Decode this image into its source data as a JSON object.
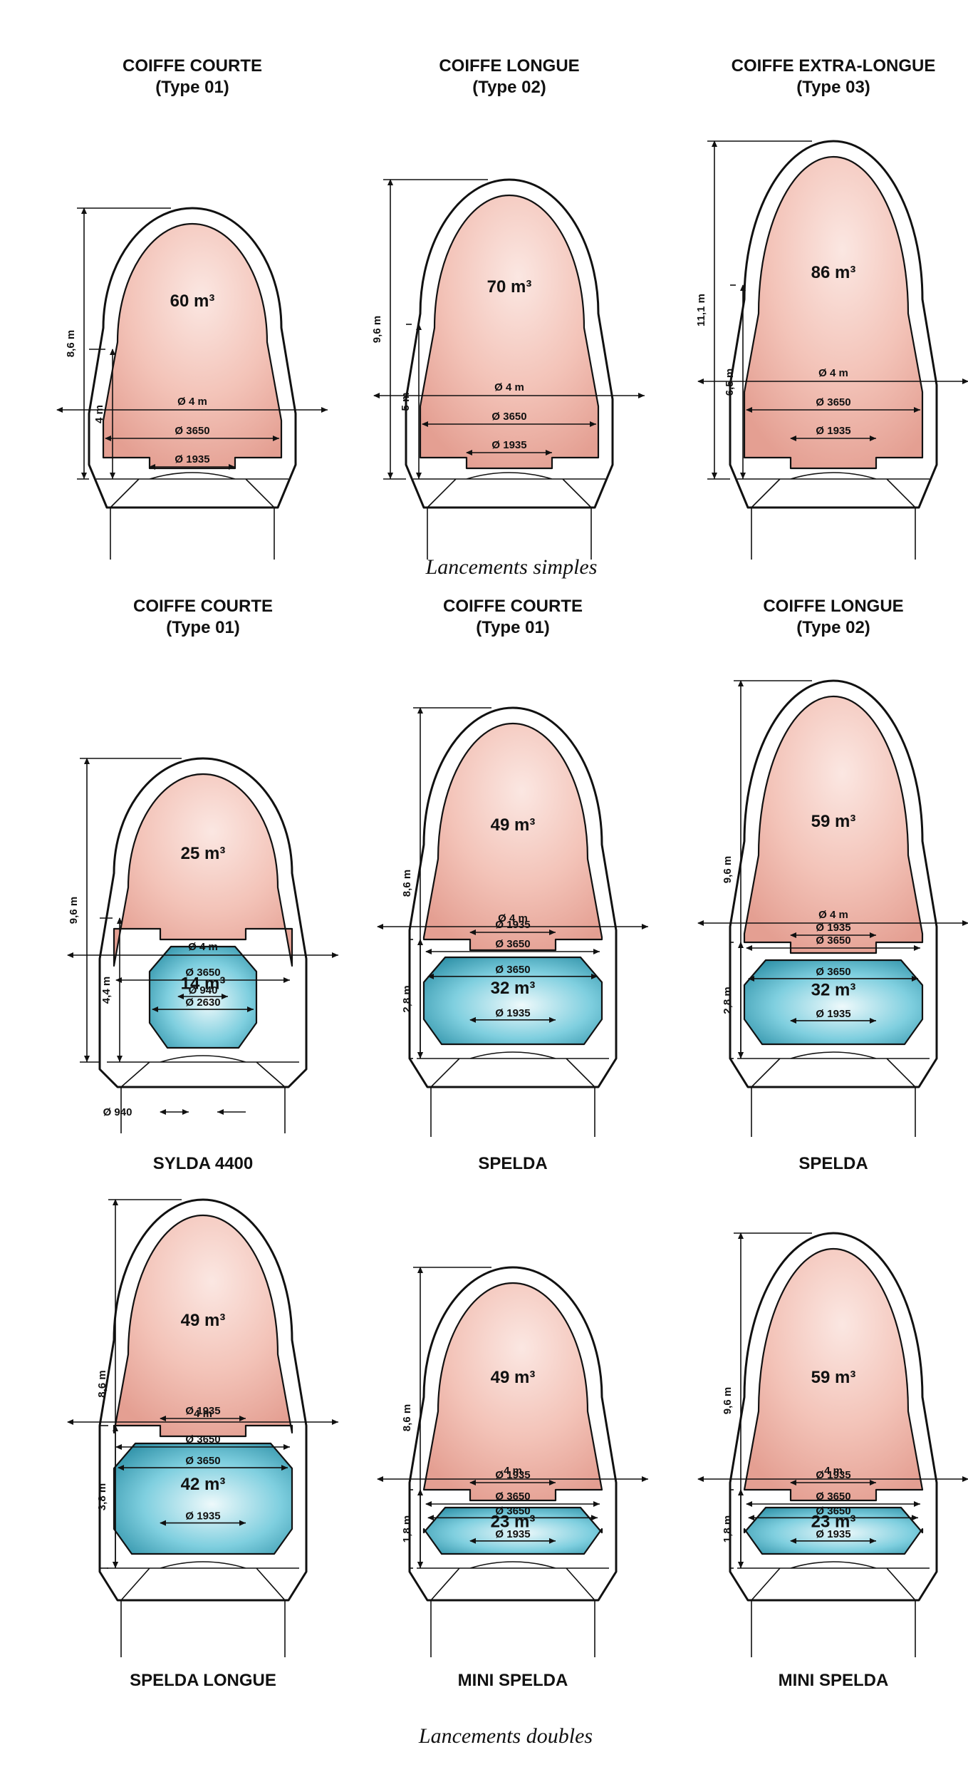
{
  "captions": {
    "single": "Lancements simples",
    "double": "Lancements doubles"
  },
  "colors": {
    "upper_fill": "#f0b3a8",
    "upper_highlight": "#fbe7e2",
    "lower_fill": "#67c6d8",
    "lower_highlight": "#e8f7fa",
    "line": "#111111"
  },
  "figures": [
    {
      "id": "single-01",
      "title1": "COIFFE COURTE",
      "title2": "(Type 01)",
      "upper": {
        "volume": "60 m³"
      },
      "dia_outer": "Ø 4 m",
      "dia_mid": "Ø 3650",
      "dia_base": "Ø 1935",
      "dim_total": "8,6 m",
      "dim_lower": "4 m"
    },
    {
      "id": "single-02",
      "title1": "COIFFE LONGUE",
      "title2": "(Type 02)",
      "upper": {
        "volume": "70 m³"
      },
      "dia_outer": "Ø 4 m",
      "dia_mid": "Ø 3650",
      "dia_base": "Ø 1935",
      "dim_total": "9,6 m",
      "dim_lower": "5 m"
    },
    {
      "id": "single-03",
      "title1": "COIFFE EXTRA-LONGUE",
      "title2": "(Type 03)",
      "upper": {
        "volume": "86 m³"
      },
      "dia_outer": "Ø 4 m",
      "dia_mid": "Ø 3650",
      "dia_base": "Ø 1935",
      "dim_total": "11,1 m",
      "dim_lower": "6,5 m"
    },
    {
      "id": "double-sylda",
      "title1": "COIFFE COURTE",
      "title2": "(Type 01)",
      "name": "SYLDA 4400",
      "upper": {
        "volume": "25 m³"
      },
      "lower": {
        "volume": "14 m³",
        "dia": "Ø 2630"
      },
      "dia_outer": "Ø 4 m",
      "dia_mid": "Ø 3650",
      "dia_small": "Ø 940",
      "dia_bottom": "Ø 940",
      "dim_total": "9,6 m",
      "dim_lower": "4,4 m"
    },
    {
      "id": "double-spelda-01",
      "title1": "COIFFE COURTE",
      "title2": "(Type 01)",
      "name": "SPELDA",
      "upper": {
        "volume": "49 m³"
      },
      "lower": {
        "volume": "32 m³",
        "dia_mid": "Ø 3650",
        "dia_base": "Ø 1935"
      },
      "dia_outer": "Ø 4 m",
      "dia_mid": "Ø 3650",
      "dia_base": "Ø 1935",
      "dim_total": "8,6 m",
      "dim_lower": "2,8 m"
    },
    {
      "id": "double-spelda-02",
      "title1": "COIFFE LONGUE",
      "title2": "(Type 02)",
      "name": "SPELDA",
      "upper": {
        "volume": "59 m³"
      },
      "lower": {
        "volume": "32 m³",
        "dia_mid": "Ø 3650",
        "dia_base": "Ø 1935"
      },
      "dia_outer": "Ø 4 m",
      "dia_mid": "Ø 3650",
      "dia_base": "Ø 1935",
      "dim_total": "9,6 m",
      "dim_lower": "2,8 m"
    },
    {
      "id": "double-spelda-longue",
      "name": "SPELDA LONGUE",
      "upper": {
        "volume": "49 m³"
      },
      "lower": {
        "volume": "42 m³",
        "dia_mid": "Ø 3650",
        "dia_base": "Ø 1935"
      },
      "dia_outer": "4 m",
      "dia_mid": "Ø 3650",
      "dia_base": "Ø 1935",
      "dim_total": "8,6 m",
      "dim_lower": "3,8 m"
    },
    {
      "id": "double-mini-01",
      "name": "MINI SPELDA",
      "upper": {
        "volume": "49 m³"
      },
      "lower": {
        "volume": "23 m³",
        "dia_mid": "Ø 3650",
        "dia_base": "Ø 1935"
      },
      "dia_outer": "4 m",
      "dia_mid": "Ø 3650",
      "dia_base": "Ø 1935",
      "dim_total": "8,6 m",
      "dim_lower": "1,8 m"
    },
    {
      "id": "double-mini-02",
      "name": "MINI SPELDA",
      "upper": {
        "volume": "59 m³"
      },
      "lower": {
        "volume": "23 m³",
        "dia_mid": "Ø 3650",
        "dia_base": "Ø 1935"
      },
      "dia_outer": "4 m",
      "dia_mid": "Ø 3650",
      "dia_base": "Ø 1935",
      "dim_total": "9,6 m",
      "dim_lower": "1,8 m"
    }
  ]
}
